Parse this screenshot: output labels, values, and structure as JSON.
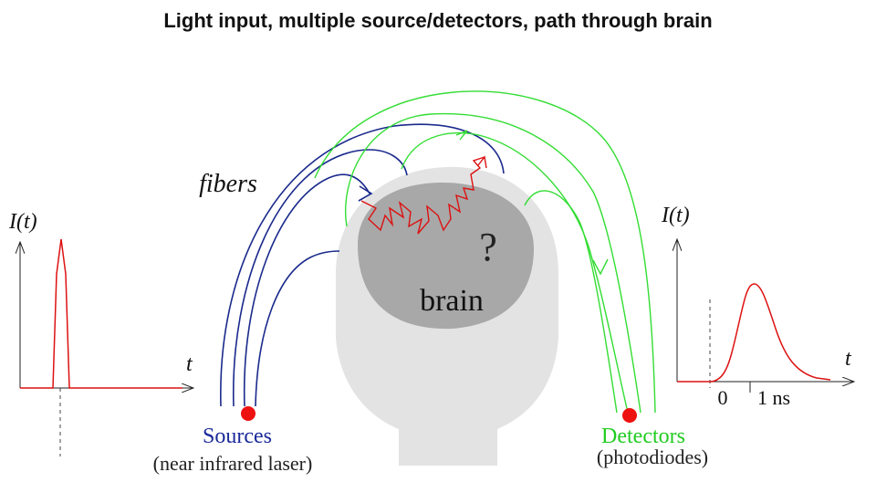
{
  "title": "Light input, multiple source/detectors, path through brain",
  "labels": {
    "fibers": "fibers",
    "question": "?",
    "brain": "brain",
    "sources": "Sources",
    "sources_sub": "(near infrared laser)",
    "detectors": "Detectors",
    "detectors_sub": "(photodiodes)"
  },
  "left_plot": {
    "ylabel": "I(t)",
    "xlabel": "t"
  },
  "right_plot": {
    "ylabel": "I(t)",
    "xlabel": "t",
    "tick_zero": "0",
    "tick_ns": "1 ns"
  },
  "colors": {
    "source_fibers": "#1a2a8c",
    "detector_fibers": "#33dd33",
    "photon_path": "#dd1111",
    "head": "#e3e3e3",
    "brain": "#a8a8a8",
    "source_label": "#1a2a9a",
    "detector_label": "#22cc22"
  }
}
